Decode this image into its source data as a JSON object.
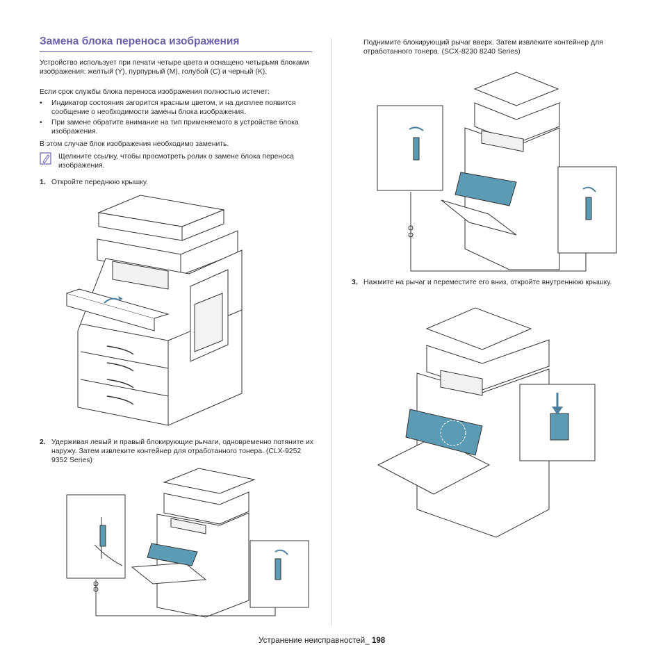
{
  "page": {
    "title": "Замена блока переноса изображения",
    "intro1": "Устройство использует при печати четыре цвета и оснащено четырьмя блоками изображения: желтый (Y), пурпурный (M), голубой (C) и черный (K).",
    "intro2": "Если срок службы блока переноса изображения полностью истечет:",
    "bullets": [
      "Индикатор состояния загорится красным цветом, и на дисплее появится сообщение о необходимости замены блока изображения.",
      "При замене обратите внимание на тип применяемого в устройстве блока изображения."
    ],
    "replace_text": "В этом случае блок изображения необходимо заменить.",
    "note_text": "Щелкните ссылку, чтобы просмотреть ролик о замене блока переноса изображения.",
    "steps": [
      {
        "num": "1.",
        "text": "Откройте переднюю крышку."
      },
      {
        "num": "2.",
        "text": "Удерживая левый и правый блокирующие рычаги, одновременно потяните их наружу. Затем извлеките контейнер для отработанного тонера. (CLX-9252 9352 Series)"
      },
      {
        "num": "",
        "text": "Поднимите блокирующий рычаг вверх. Затем извлеките контейнер для отработанного тонера. (SCX-8230 8240 Series)"
      },
      {
        "num": "3.",
        "text": "Нажмите на рычаг и переместите его вниз, откройте внутреннюю крышку."
      }
    ],
    "footer": {
      "section": "Устранение неисправностей",
      "sep": "_ ",
      "page_number": "198"
    },
    "colors": {
      "title": "#6b5fa8",
      "part_blue": "#5b9bb3"
    }
  }
}
